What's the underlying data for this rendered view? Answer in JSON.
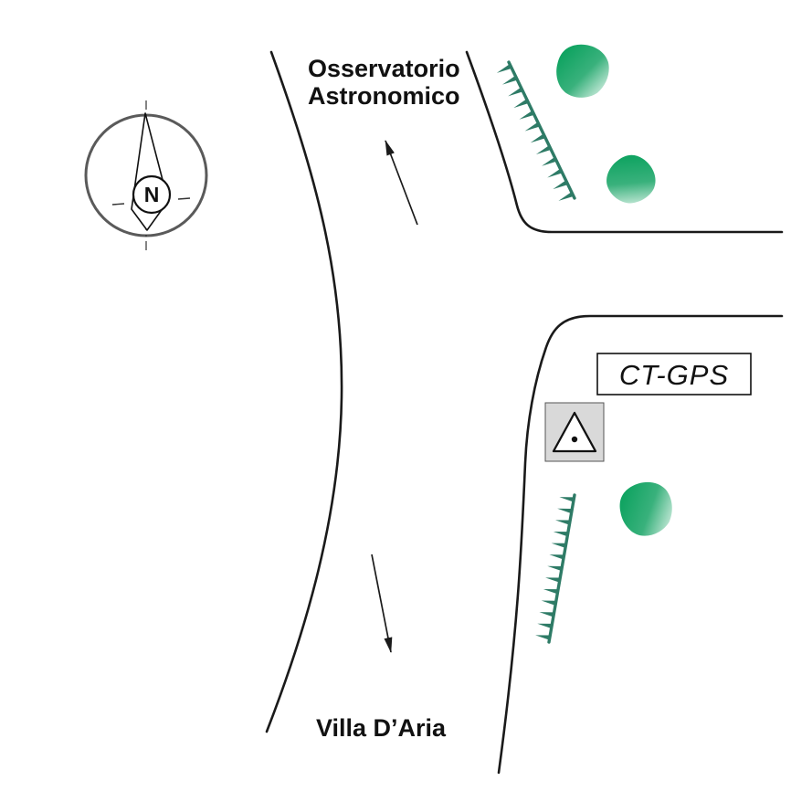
{
  "map": {
    "title_line1": "Osservatorio",
    "title_line2": "Astronomico",
    "south_label": "Villa D’Aria",
    "station_label": "CT-GPS",
    "compass_n": "N"
  },
  "colors": {
    "road_line": "#1a1a1a",
    "hatch_green": "#2e7b66",
    "tree_green_dark": "#009e57",
    "tree_green_mid": "#39b17c",
    "tree_green_light": "#f2fbf6",
    "marker_box_fill": "#d9d9d9",
    "compass_stroke": "#5a5a5a",
    "background": "#ffffff"
  }
}
